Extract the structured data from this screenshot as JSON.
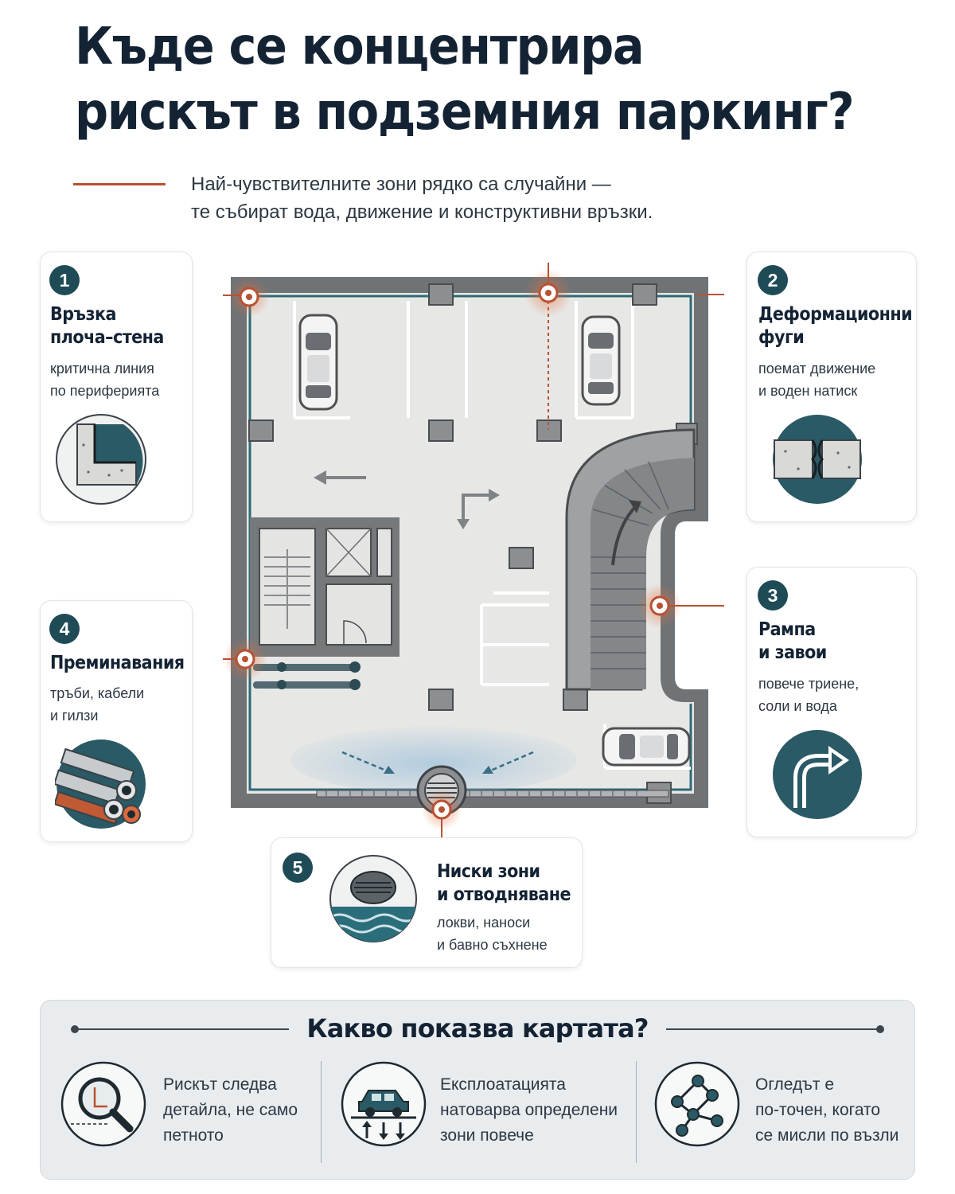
{
  "header": {
    "title_line1": "Къде се концентрира",
    "title_line2": "рискът в подземния паркинг?",
    "subtitle_line1": "Най-чувствителните зони рядко са случайни —",
    "subtitle_line2": "те събират вода, движение и конструктивни връзки."
  },
  "zones": [
    {
      "number": "1",
      "title": [
        "Връзка",
        "плоча–стена"
      ],
      "desc": [
        "критична линия",
        "по периферията"
      ],
      "icon": "slab-wall-joint-icon"
    },
    {
      "number": "2",
      "title": [
        "Деформационни",
        "фуги"
      ],
      "desc": [
        "поемат движение",
        "и воден натиск"
      ],
      "icon": "expansion-joint-icon"
    },
    {
      "number": "3",
      "title": [
        "Рампа",
        "и завои"
      ],
      "desc": [
        "повече триене,",
        "соли и вода"
      ],
      "icon": "turn-arrow-icon"
    },
    {
      "number": "4",
      "title": [
        "Преминавания"
      ],
      "desc": [
        "тръби, кабели",
        "и гилзи"
      ],
      "icon": "pipes-icon"
    },
    {
      "number": "5",
      "title": [
        "Ниски зони",
        "и отводняване"
      ],
      "desc": [
        "локви, наноси",
        "и бавно съхнене"
      ],
      "icon": "drain-water-icon"
    }
  ],
  "summary": {
    "title": "Какво показва картата?",
    "items": [
      {
        "text": [
          "Рискът следва",
          "детайла, не само",
          "петното"
        ],
        "icon": "magnifier-detail-icon"
      },
      {
        "text": [
          "Експлоатацията",
          "натоварва определени",
          "зони повече"
        ],
        "icon": "car-load-icon"
      },
      {
        "text": [
          "Огледът е",
          "по-точен, когато",
          "се мисли по възли"
        ],
        "icon": "network-nodes-icon"
      }
    ]
  },
  "colors": {
    "navy": "#142334",
    "teal": "#1f4b57",
    "accent": "#b85233",
    "concrete": "#e7e7e5"
  }
}
